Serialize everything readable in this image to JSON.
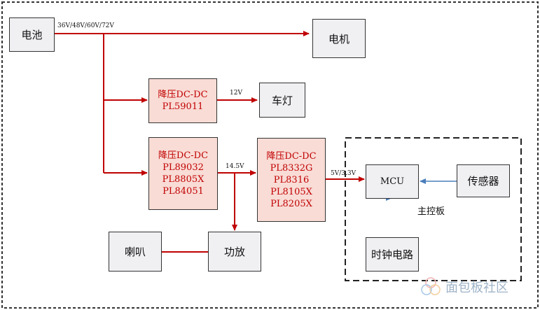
{
  "nodes": {
    "battery": "电池",
    "motor": "电机",
    "buck1": {
      "title": "降压DC-DC",
      "lines": [
        "PL59011"
      ]
    },
    "headlight": "车灯",
    "buck2": {
      "title": "降压DC-DC",
      "lines": [
        "PL89032",
        "PL8805X",
        "PL84051"
      ]
    },
    "buck3": {
      "title": "降压DC-DC",
      "lines": [
        "PL8332G",
        "PL8316",
        "PL8105X",
        "PL8205X"
      ]
    },
    "mcu": "MCU",
    "sensor": "传感器",
    "mainboard_label": "主控板",
    "clock": "时钟电路",
    "amplifier": "功放",
    "speaker": "喇叭"
  },
  "edge_labels": {
    "battery_voltage": "36V/48V/60V/72V",
    "v12": "12V",
    "v14_5": "14.5V",
    "v5_3_3": "5V/3.3V"
  },
  "watermark": "面包板社区",
  "colors": {
    "power_line": "#c00000",
    "signal_line": "#4a7ebb",
    "block_fill": "#f9dcd6"
  }
}
